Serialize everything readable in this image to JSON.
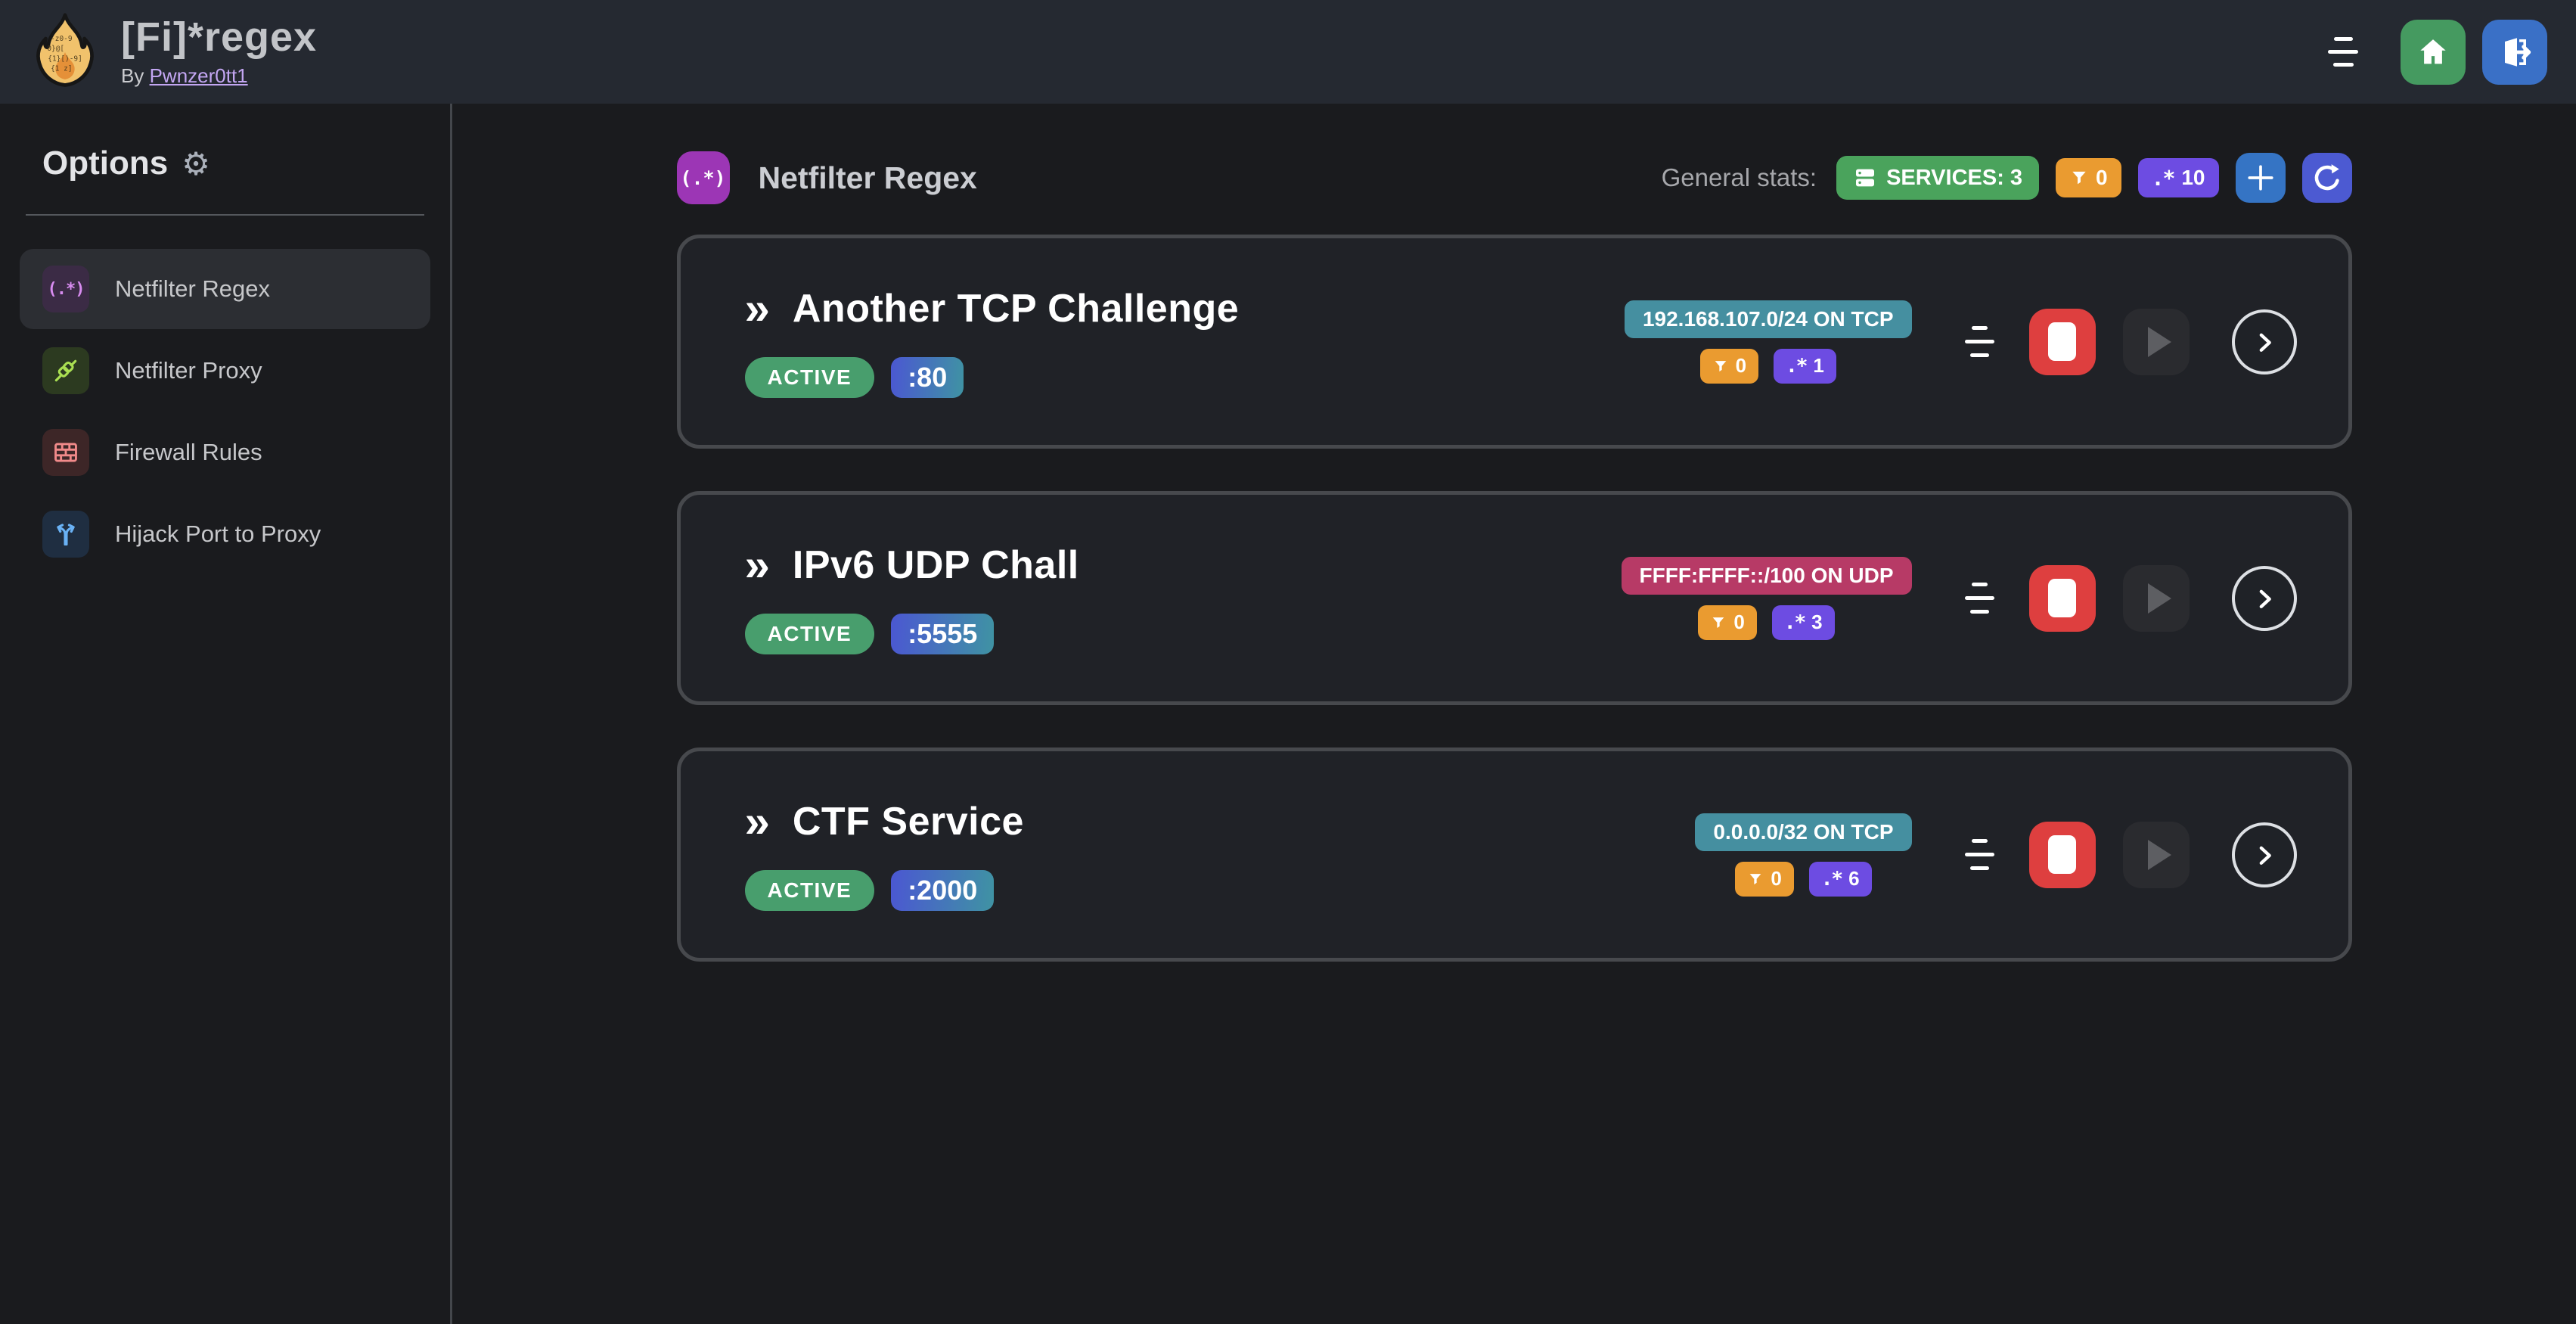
{
  "header": {
    "title": "[Fi]*regex",
    "byline_prefix": "By",
    "author": "Pwnzer0tt1"
  },
  "sidebar": {
    "heading": "Options",
    "gear_glyph": "⚙",
    "items": [
      {
        "label": "Netfilter Regex",
        "icon_text": "(.*)"
      },
      {
        "label": "Netfilter Proxy"
      },
      {
        "label": "Firewall Rules"
      },
      {
        "label": "Hijack Port to Proxy"
      }
    ]
  },
  "main": {
    "section_icon_text": "(.*)",
    "section_title": "Netfilter Regex",
    "stats_label": "General stats:",
    "stats": {
      "services_label": "SERVICES: 3",
      "filter_glyph_count": "0",
      "regex_glyph": ".*",
      "regex_count": "10"
    }
  },
  "services": [
    {
      "chevrons": "»",
      "name": "Another TCP Challenge",
      "status": "ACTIVE",
      "port": ":80",
      "address": "192.168.107.0/24 ON TCP",
      "address_color": "teal",
      "filtered_count": "0",
      "regex_glyph": ".*",
      "regex_count": "1"
    },
    {
      "chevrons": "»",
      "name": "IPv6 UDP Chall",
      "status": "ACTIVE",
      "port": ":5555",
      "address": "FFFF:FFFF::/100 ON UDP",
      "address_color": "pink",
      "filtered_count": "0",
      "regex_glyph": ".*",
      "regex_count": "3"
    },
    {
      "chevrons": "»",
      "name": "CTF Service",
      "status": "ACTIVE",
      "port": ":2000",
      "address": "0.0.0.0/32 ON TCP",
      "address_color": "teal",
      "filtered_count": "0",
      "regex_glyph": ".*",
      "regex_count": "6"
    }
  ],
  "colors": {
    "teal": "#458fa0",
    "pink": "#b73a66",
    "active_green": "#489e6d",
    "services_green": "#4aa35c",
    "filter_orange": "#ea9b30",
    "regex_violet": "#6d4ce2",
    "stop_red": "#de3f3f",
    "plus_blue": "#3574c4",
    "refresh_indigo": "#4c5ad2",
    "home_green": "#459a60",
    "logout_blue": "#3a70c6",
    "section_purple": "#9c36b5",
    "header_bg": "#252931",
    "page_bg": "#1a1b1e",
    "card_bg": "#202227"
  }
}
